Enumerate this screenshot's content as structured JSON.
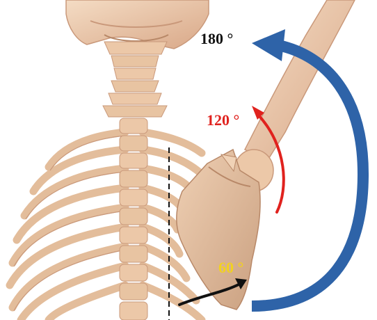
{
  "labels": {
    "deg180": "180 °",
    "deg120": "120 °",
    "deg60": "60 °"
  },
  "colors": {
    "background": "#ffffff",
    "bone": "#e8c4a2",
    "bone_shadow": "#c9987a",
    "bone_light": "#f4dcc4",
    "arrow_180": "#2e63a8",
    "arrow_120": "#e0221e",
    "arrow_60": "#111111",
    "label_180": "#111111",
    "label_120": "#e0221e",
    "label_60": "#f2d21e",
    "reference_line": "#111111"
  }
}
